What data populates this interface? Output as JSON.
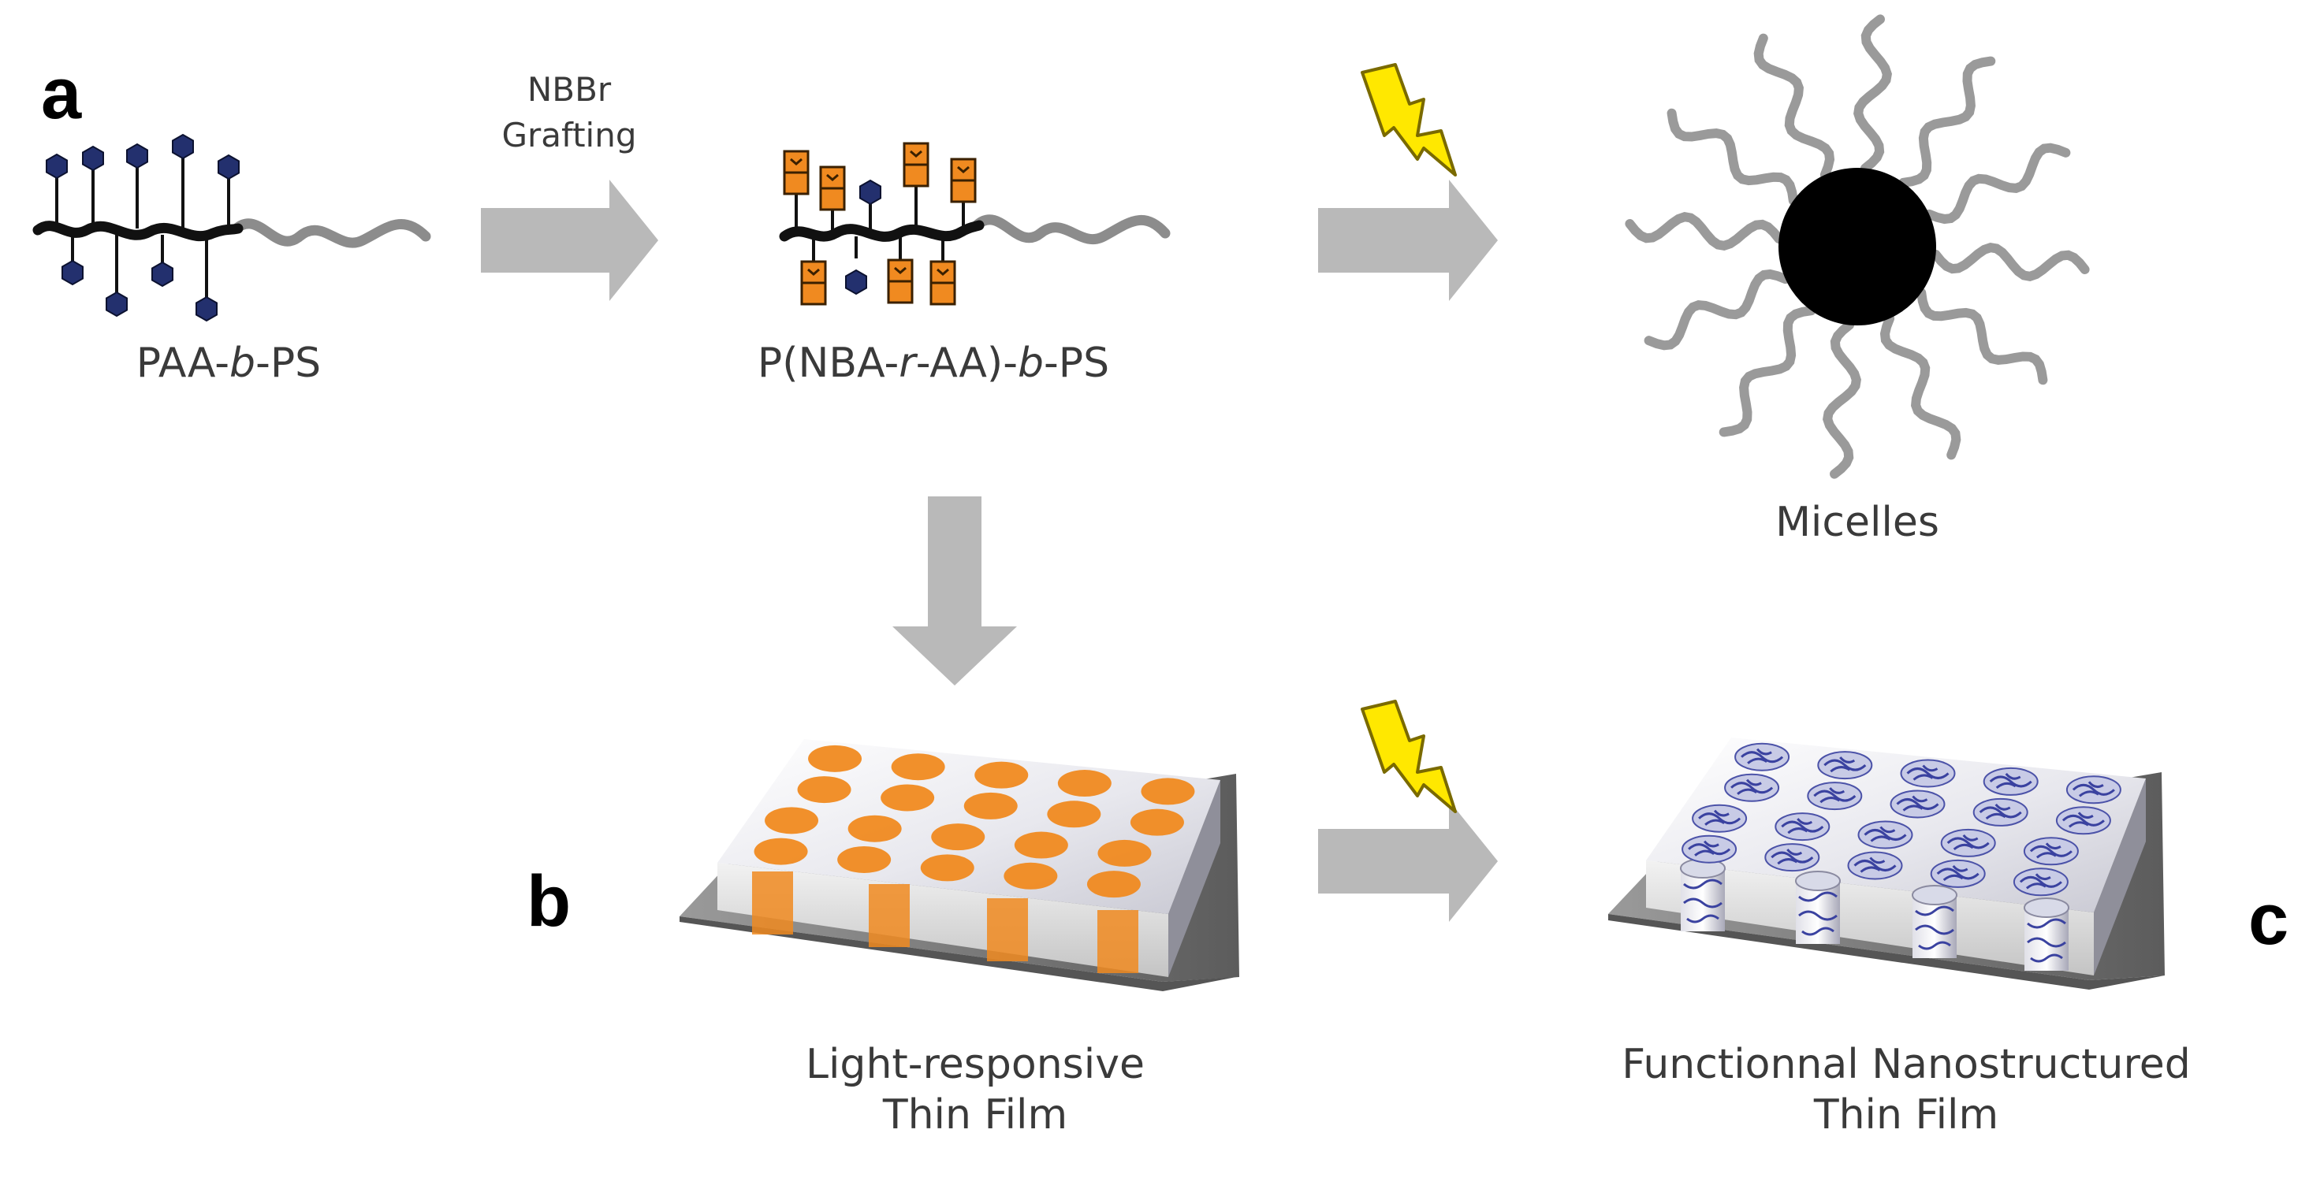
{
  "panels": {
    "a": "a",
    "b": "b",
    "c": "c"
  },
  "step1": {
    "reagent_line1": "NBBr",
    "reagent_line2": "Grafting"
  },
  "molecules": {
    "start": {
      "pre": "PAA-",
      "italic": "b",
      "post": "-PS"
    },
    "grafted": {
      "p1": "P(NBA-",
      "i1": "r",
      "p2": "-AA)-",
      "i2": "b",
      "p3": "-PS"
    }
  },
  "micelles": {
    "label": "Micelles"
  },
  "films": {
    "light_responsive": {
      "line1": "Light-responsive",
      "line2": "Thin Film"
    },
    "functional": {
      "line1": "Functionnal Nanostructured",
      "line2": "Thin Film"
    }
  },
  "colors": {
    "arrow": "#b9b9b9",
    "backbone": "#111111",
    "tail": "#8c8c8c",
    "hexagon": "#23306e",
    "nba_box": "#f08a20",
    "micelle_core": "#000000",
    "lightning": "#ffe800"
  },
  "icons": [
    "lightning-icon",
    "hexagon-unit-icon",
    "nba-unit-icon"
  ]
}
